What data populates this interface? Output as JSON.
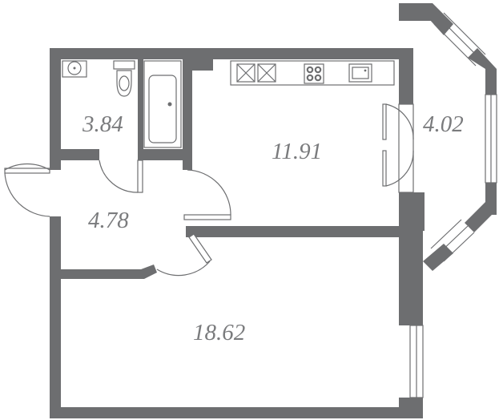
{
  "floor_plan": {
    "rooms": [
      {
        "id": "bathroom",
        "area": "3.84"
      },
      {
        "id": "kitchen",
        "area": "11.91"
      },
      {
        "id": "balcony",
        "area": "4.02"
      },
      {
        "id": "hallway",
        "area": "4.78"
      },
      {
        "id": "living-room",
        "area": "18.62"
      }
    ]
  }
}
